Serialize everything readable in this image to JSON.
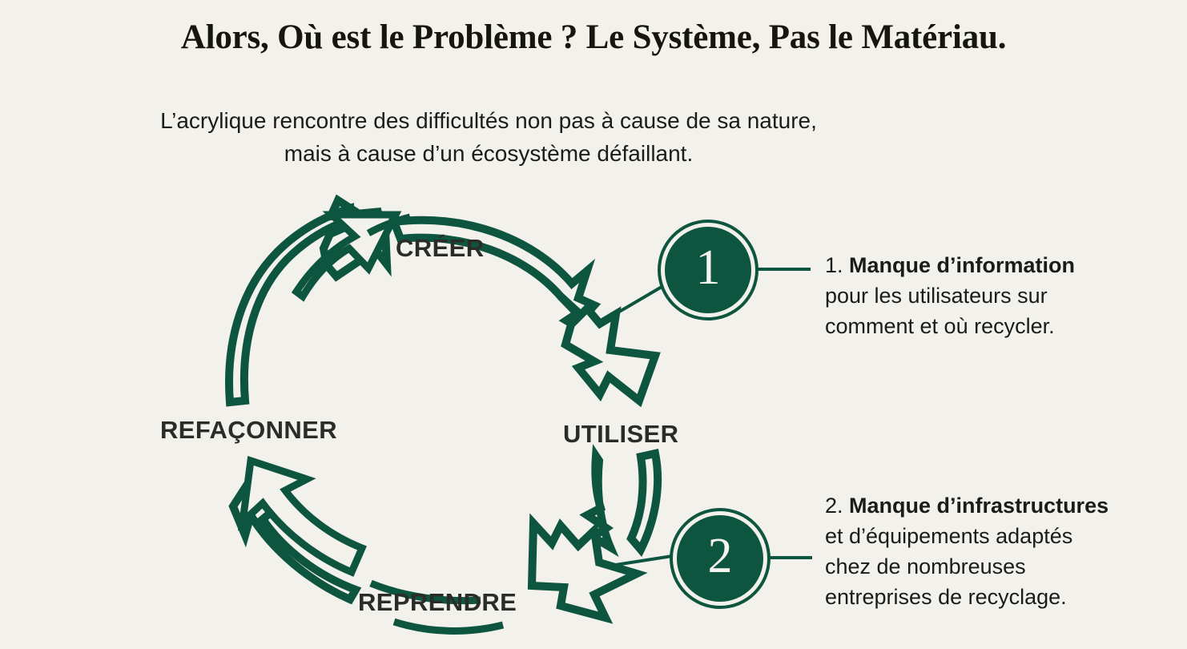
{
  "theme": {
    "background": "#F2F1EC",
    "green": "#0E5540",
    "green_dark": "#0B4433",
    "text_dark": "#1B1B19",
    "label_gray": "#2B2B28"
  },
  "title": "Alors, Où est le Problème ? Le Système, Pas le Matériau.",
  "subtitle": {
    "line1": "L’acrylique rencontre des difficultés non pas à cause de sa nature,",
    "line2": "mais à cause d’un écosystème défaillant."
  },
  "diagram": {
    "type": "circular-lifecycle-broken",
    "stages": [
      {
        "id": "creer",
        "label": "CRÉER",
        "position": "top"
      },
      {
        "id": "utiliser",
        "label": "UTILISER",
        "position": "right"
      },
      {
        "id": "reprendre",
        "label": "REPRENDRE",
        "position": "bottom"
      },
      {
        "id": "refaconner",
        "label": "REFAÇONNER",
        "position": "left"
      }
    ],
    "links": [
      {
        "from": "refaconner",
        "to": "creer",
        "state": "intact"
      },
      {
        "from": "creer",
        "to": "utiliser",
        "state": "broken"
      },
      {
        "from": "utiliser",
        "to": "reprendre",
        "state": "broken"
      },
      {
        "from": "reprendre",
        "to": "refaconner",
        "state": "intact"
      }
    ]
  },
  "callouts": [
    {
      "number": "1",
      "prefix": "1.",
      "heading": "Manque d’information",
      "body_line1": "pour les utilisateurs sur",
      "body_line2": "comment et où recycler.",
      "anchor_link": "creer-utiliser"
    },
    {
      "number": "2",
      "prefix": "2.",
      "heading": "Manque d’infrastructures",
      "body_line1": "et d’équipements adaptés",
      "body_line2": "chez de nombreuses",
      "body_line3": "entreprises de recyclage.",
      "anchor_link": "utiliser-reprendre"
    }
  ]
}
